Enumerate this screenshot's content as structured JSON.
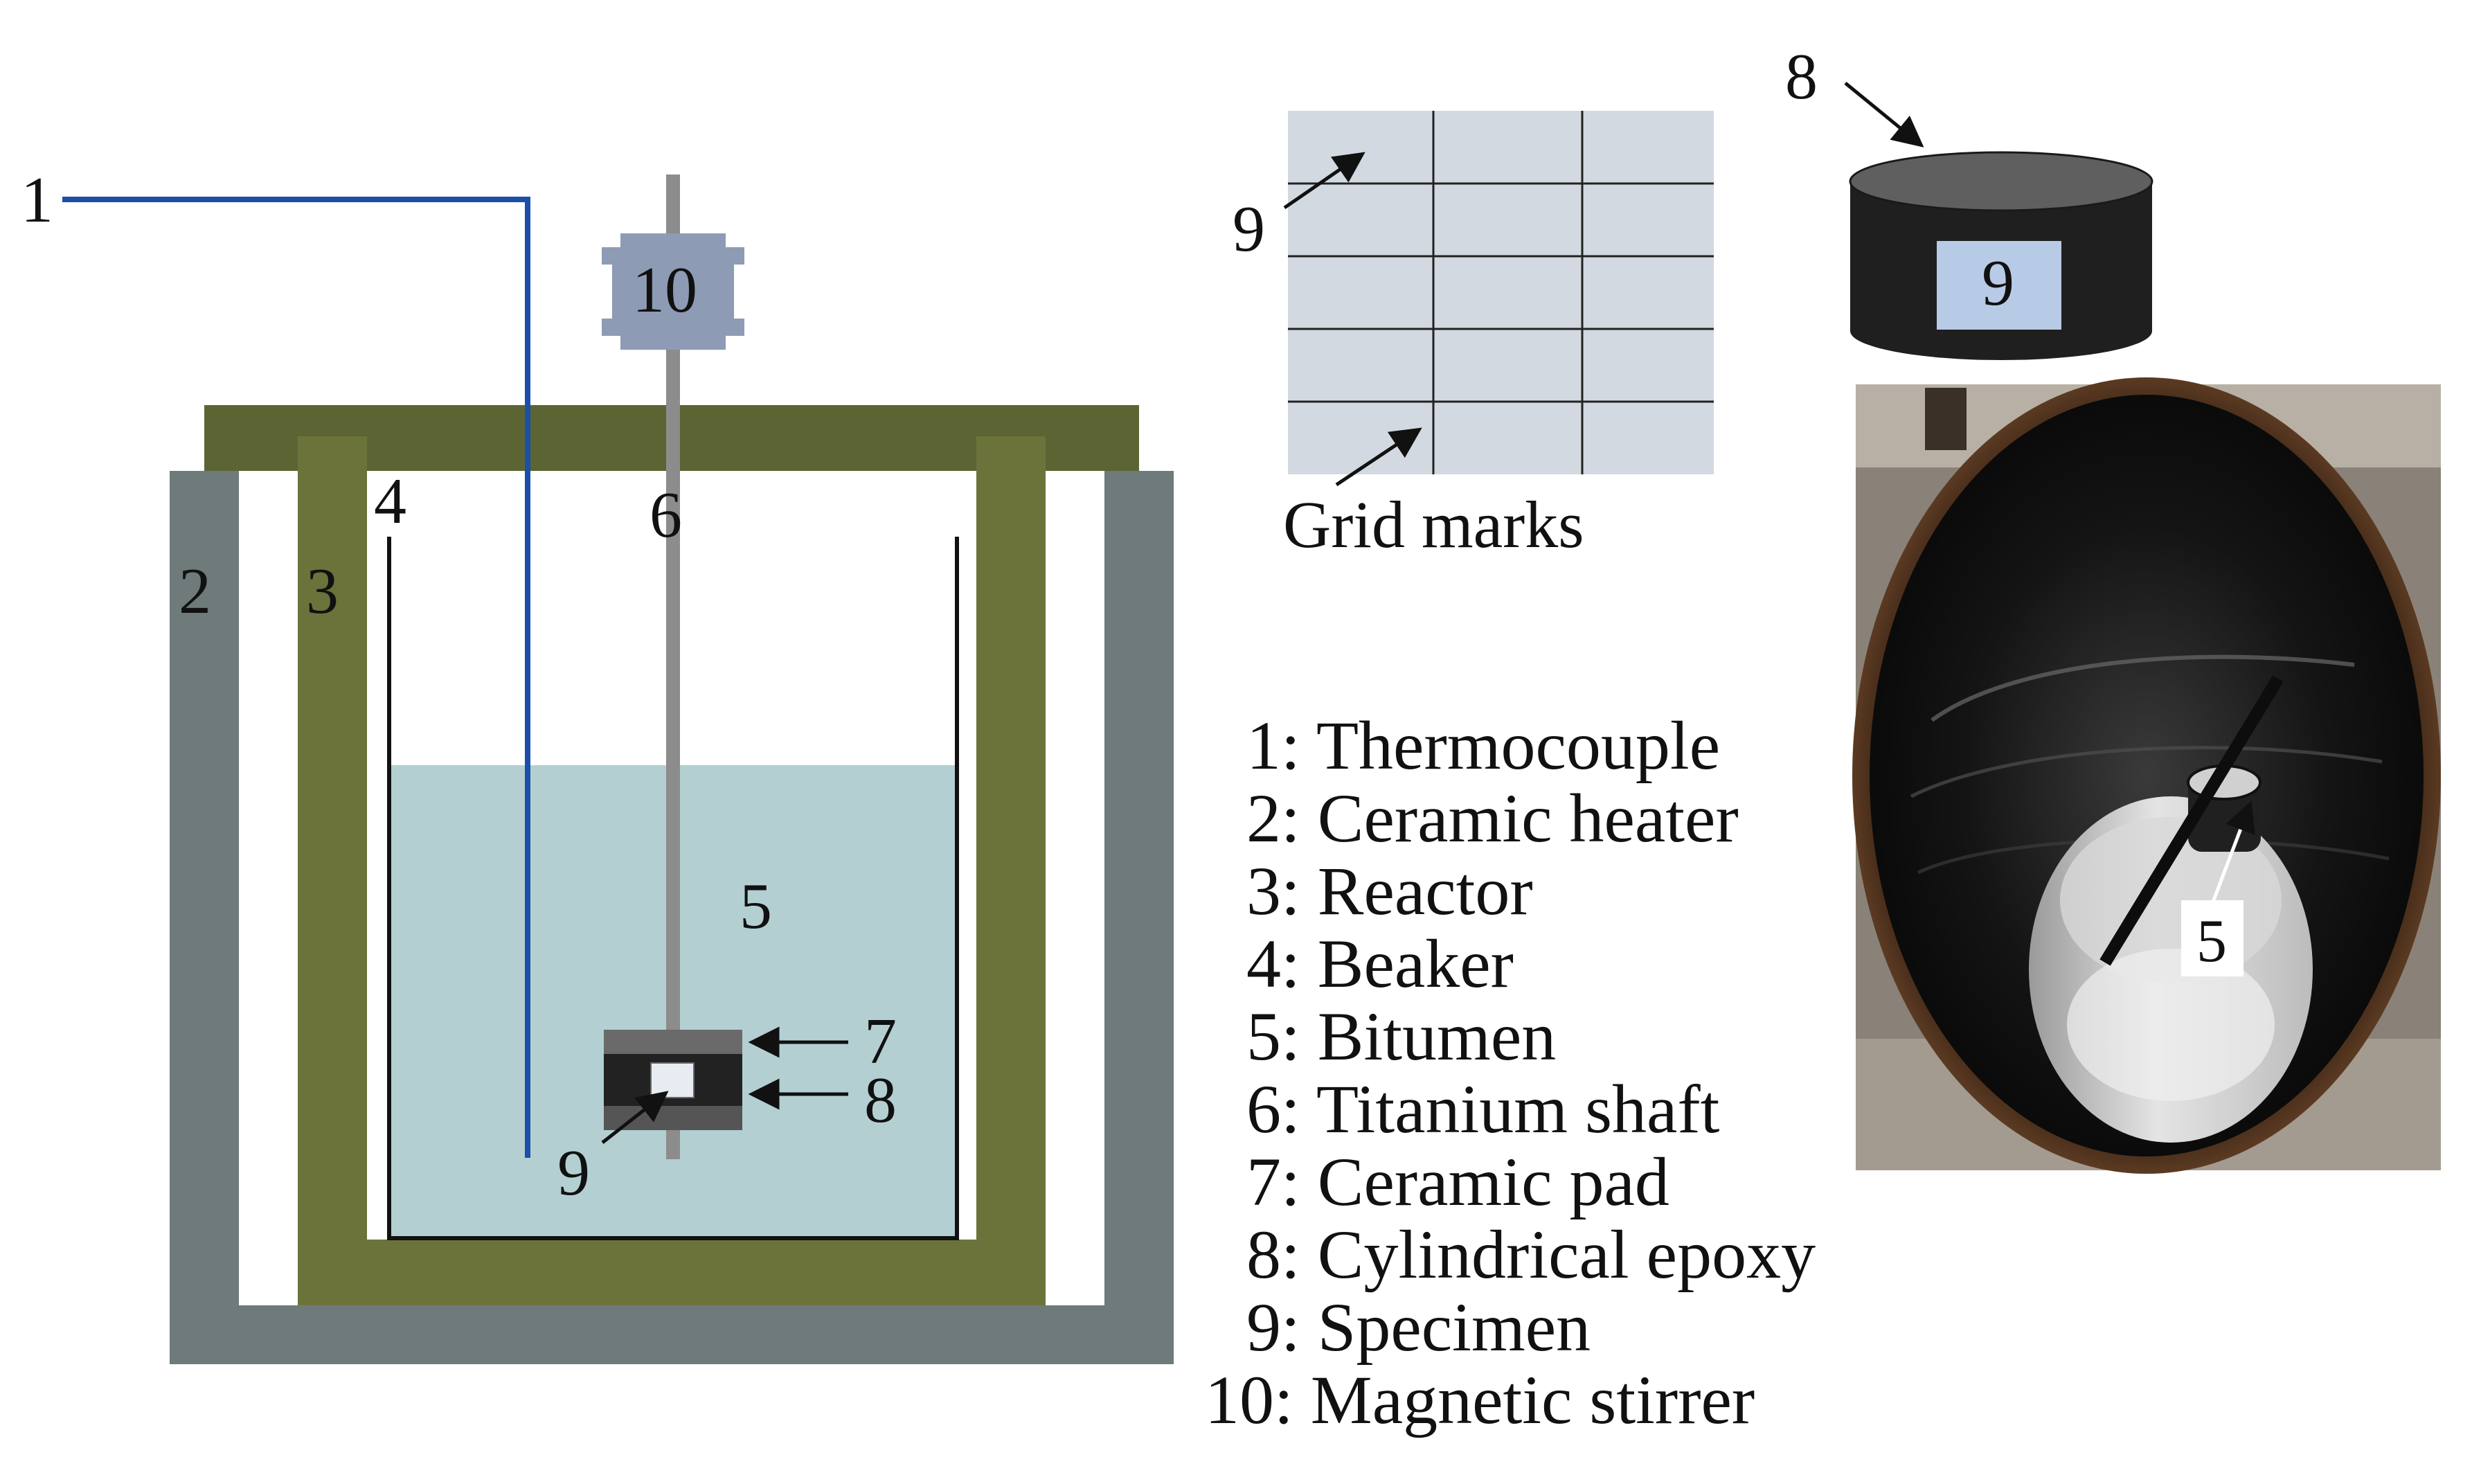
{
  "colors": {
    "heater": "#6f7a7a",
    "reactor": "#6b733b",
    "reactor_lid": "#5c6434",
    "bitumen": "#b3cfd1",
    "thermocouple": "#1b4fa8",
    "shaft": "#8c8c8c",
    "stirrer": "#8e9bb5",
    "specimen": "#b8cbe6",
    "grid_fill": "#d3d9e0",
    "epoxy_dark": "#222222",
    "epoxy_top": "#6a6a6a"
  },
  "diagram": {
    "labels": {
      "thermocouple": "1",
      "heater": "2",
      "reactor": "3",
      "beaker": "4",
      "bitumen": "5",
      "shaft": "6",
      "ceramic_pad": "7",
      "epoxy": "8",
      "specimen": "9",
      "stirrer": "10"
    }
  },
  "grid": {
    "specimen_label": "9",
    "caption": "Grid marks"
  },
  "cylinder": {
    "top_label": "8",
    "specimen_label": "9"
  },
  "photo": {
    "label": "5"
  },
  "legend": [
    "1: Thermocouple",
    "2: Ceramic heater",
    "3: Reactor",
    "4: Beaker",
    "5: Bitumen",
    "6: Titanium shaft",
    "7: Ceramic pad",
    "8: Cylindrical epoxy",
    "9: Specimen",
    "10: Magnetic stirrer"
  ]
}
